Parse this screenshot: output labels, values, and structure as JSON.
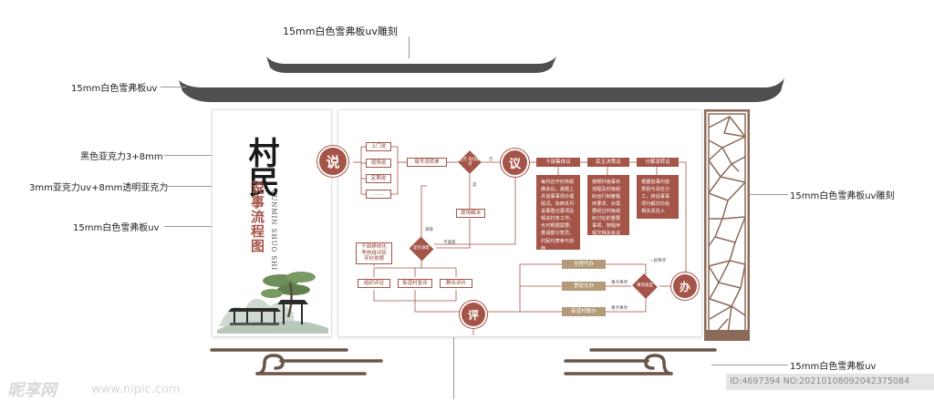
{
  "callouts": {
    "roof_top": "15mm白色雪弗板uv雕刻",
    "roof_base": "15mm白色雪弗板uv",
    "title_acrylic": "黑色亚克力3+8mm",
    "subtitle_acrylic": "3mm亚克力uv+8mm透明亚克力",
    "left_board": "15mm白色雪弗板uv",
    "right_lattice": "15mm白色雪弗板uv雕刻",
    "bottom_base": "15mm白色雪弗板uv"
  },
  "title": {
    "main": "村民",
    "sub": "说事流程图",
    "pinyin": "CUNMIN SHUO SHI"
  },
  "flow": {
    "shuo": "说",
    "yi": "议",
    "ban": "办",
    "ping": "评",
    "methods": [
      "上门说",
      "现场说",
      "定期说",
      "……"
    ],
    "register": "填写流转单",
    "decision_solve": "是否\n现场解决",
    "edge_no": "否",
    "edge_yes": "是",
    "onsite_solve": "现场解决",
    "edge_satisfied": "满意",
    "edge_unsatisfied": "不满意",
    "satisfaction": "是否满意",
    "steps_yi": [
      "干部集体议",
      "民主决策议",
      "分解流转议"
    ],
    "desc_yi": [
      "每月召开村务联席会议，通报上月说事事项办理情况，协商本月说事登记事项及相关村务工作，也可根据需要，邀请部分党员、村民代表参与协商",
      "按照村级事务流程及村级组织运行制度程序要求，对需要经过村级组织讨论的重要事项，按程序提交相关会议商议决定",
      "根据说事内容类别与责任分工，将说事事项分解交办给相关责任人"
    ],
    "delegate": [
      "全程代办",
      "督促交办",
      "街道村联办"
    ],
    "edge_general": "一般事项",
    "edge_important": "重点事项",
    "decision_type": "事项类型",
    "review": [
      "组织评议",
      "街道村复评",
      "群众评价"
    ],
    "assessment": "干部绩效化\n考核组评民\n评价依据"
  },
  "watermark": {
    "logo": "昵享网",
    "url": "www.nipic.com",
    "id": "ID:4697394 NO:20210108092042375084"
  },
  "colors": {
    "brand": "#a55448",
    "tan": "#b39a78",
    "roof": "#4f4f4f",
    "lattice": "#8b6a5a"
  }
}
